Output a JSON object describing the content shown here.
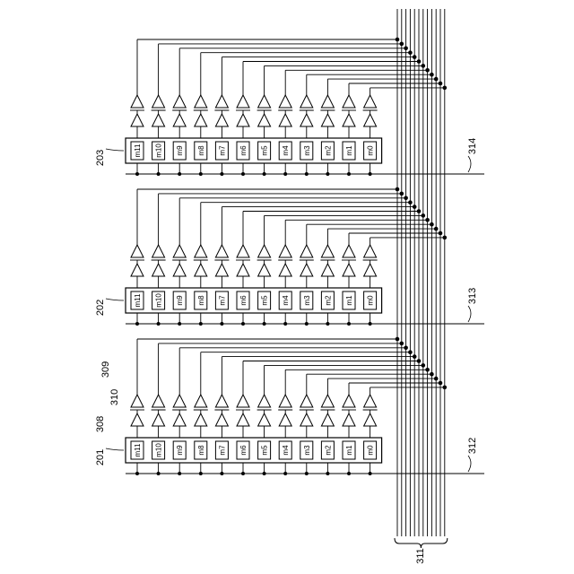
{
  "cell_labels": [
    "m11",
    "m10",
    "m9",
    "m8",
    "m7",
    "m6",
    "m5",
    "m4",
    "m3",
    "m2",
    "m1",
    "m0"
  ],
  "blocks": [
    {
      "block_label": "203",
      "line_label": "314"
    },
    {
      "block_label": "202",
      "line_label": "313"
    },
    {
      "block_label": "201",
      "line_label": "312"
    }
  ],
  "buffer_labels": {
    "first_stage": "308",
    "second_stage": "310",
    "output_line": "309"
  },
  "bus_label": "311"
}
